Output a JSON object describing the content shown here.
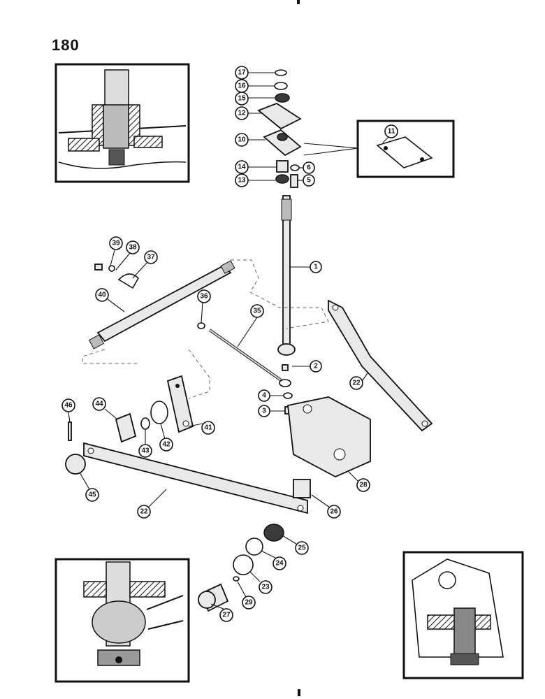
{
  "page": {
    "number": "180"
  },
  "callouts": [
    {
      "id": "c17",
      "label": "17"
    },
    {
      "id": "c16",
      "label": "16"
    },
    {
      "id": "c15",
      "label": "15"
    },
    {
      "id": "c12",
      "label": "12"
    },
    {
      "id": "c10",
      "label": "10"
    },
    {
      "id": "c11",
      "label": "11"
    },
    {
      "id": "c14",
      "label": "14"
    },
    {
      "id": "c6",
      "label": "6"
    },
    {
      "id": "c13",
      "label": "13"
    },
    {
      "id": "c5",
      "label": "5"
    },
    {
      "id": "c1",
      "label": "1"
    },
    {
      "id": "c39",
      "label": "39"
    },
    {
      "id": "c38",
      "label": "38"
    },
    {
      "id": "c37",
      "label": "37"
    },
    {
      "id": "c40",
      "label": "40"
    },
    {
      "id": "c36",
      "label": "36"
    },
    {
      "id": "c35",
      "label": "35"
    },
    {
      "id": "c2",
      "label": "2"
    },
    {
      "id": "c22a",
      "label": "22"
    },
    {
      "id": "c4",
      "label": "4"
    },
    {
      "id": "c3",
      "label": "3"
    },
    {
      "id": "c46",
      "label": "46"
    },
    {
      "id": "c44",
      "label": "44"
    },
    {
      "id": "c41",
      "label": "41"
    },
    {
      "id": "c42",
      "label": "42"
    },
    {
      "id": "c43",
      "label": "43"
    },
    {
      "id": "c45",
      "label": "45"
    },
    {
      "id": "c22b",
      "label": "22"
    },
    {
      "id": "c28",
      "label": "28"
    },
    {
      "id": "c26",
      "label": "26"
    },
    {
      "id": "c25",
      "label": "25"
    },
    {
      "id": "c24",
      "label": "24"
    },
    {
      "id": "c23",
      "label": "23"
    },
    {
      "id": "c29",
      "label": "29"
    },
    {
      "id": "c27",
      "label": "27"
    }
  ]
}
